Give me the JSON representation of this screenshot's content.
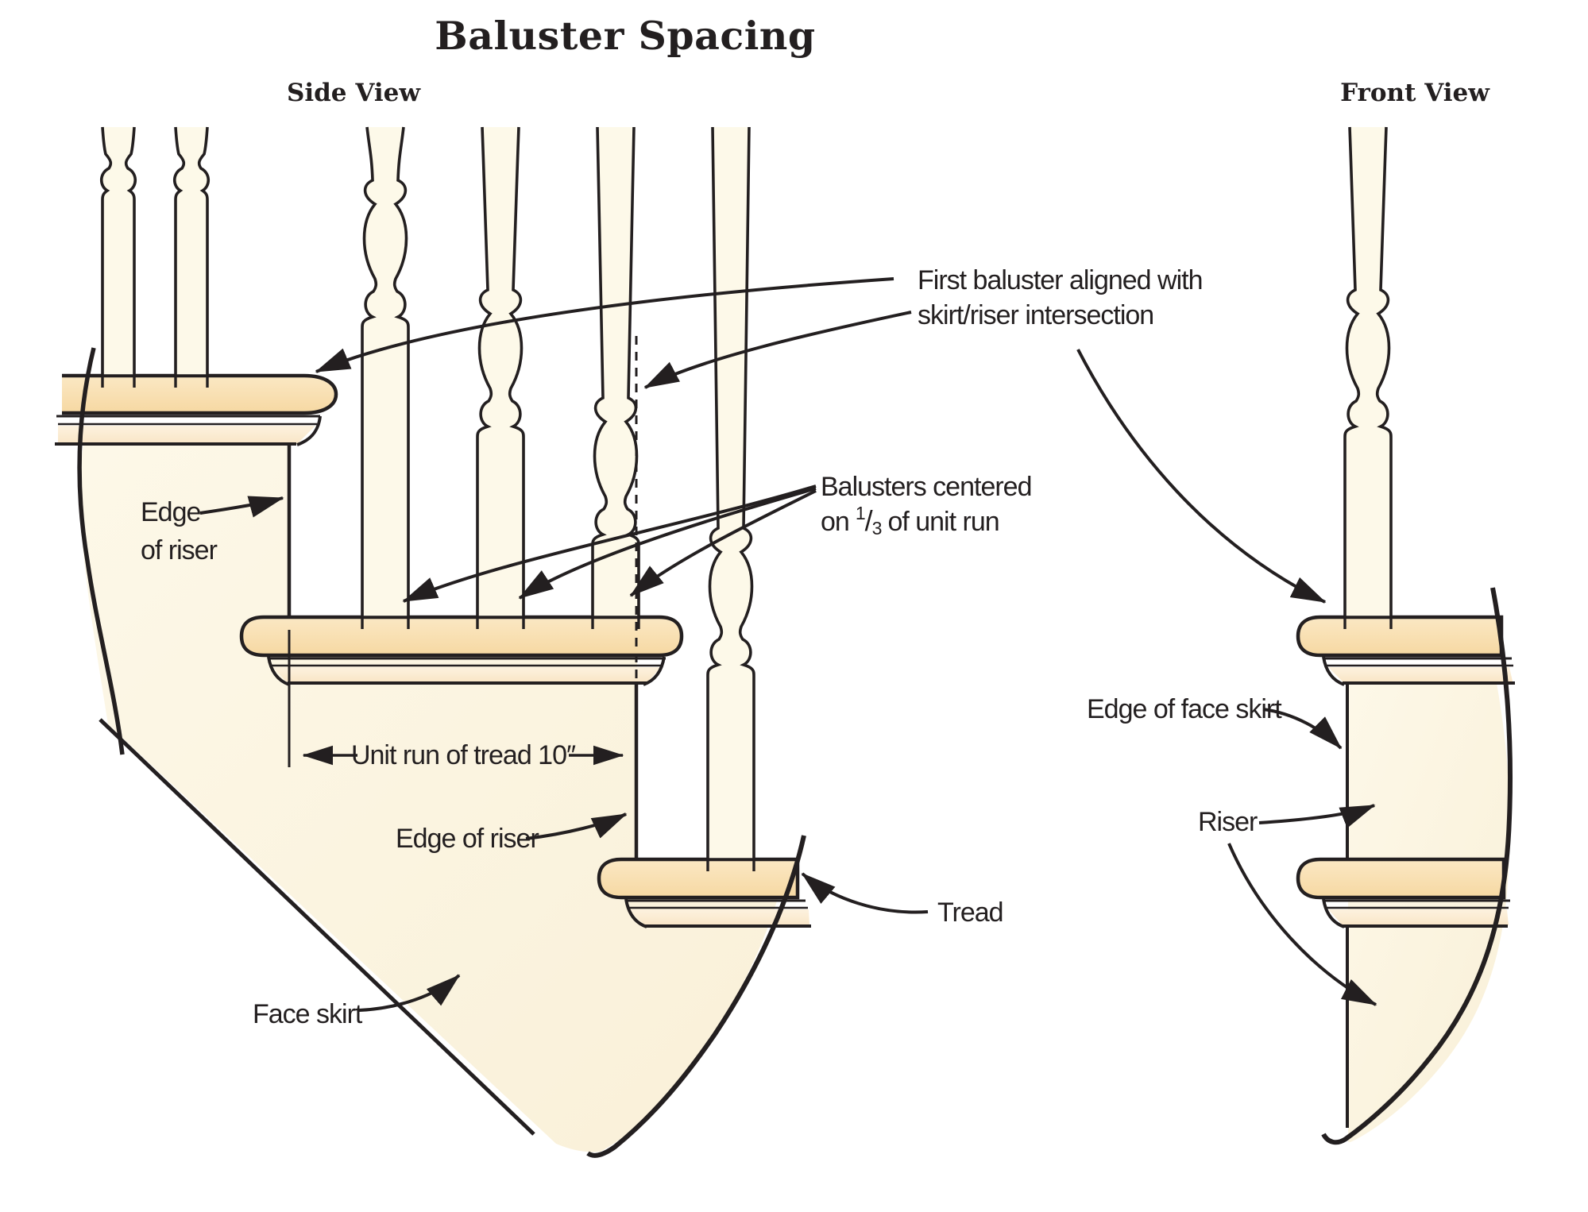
{
  "title": "Baluster Spacing",
  "views": {
    "side": "Side View",
    "front": "Front View"
  },
  "annotations": {
    "first_baluster": {
      "line1": "First baluster aligned with",
      "line2": "skirt/riser intersection"
    },
    "balusters_centered": {
      "line1": "Balusters centered",
      "line2_prefix": "on",
      "fraction": {
        "numerator": "1",
        "slash": "/",
        "denominator": "3"
      },
      "line2_suffix": "of unit run"
    },
    "edge_of_riser_upper": {
      "line1": "Edge",
      "line2": "of riser"
    },
    "unit_run": "Unit run of tread 10″",
    "edge_of_riser_lower": "Edge of riser",
    "tread": "Tread",
    "face_skirt": "Face skirt",
    "edge_of_face_skirt": "Edge of face skirt",
    "riser": "Riser"
  },
  "colors": {
    "line": "#231f20",
    "tread_fill_top": "#fbe8c4",
    "tread_fill_bottom": "#f6d8a2",
    "molding_band": "#fdf1dd",
    "skirt_fill": "#fdf7e5",
    "baluster_fill": "#fdf9e9"
  }
}
